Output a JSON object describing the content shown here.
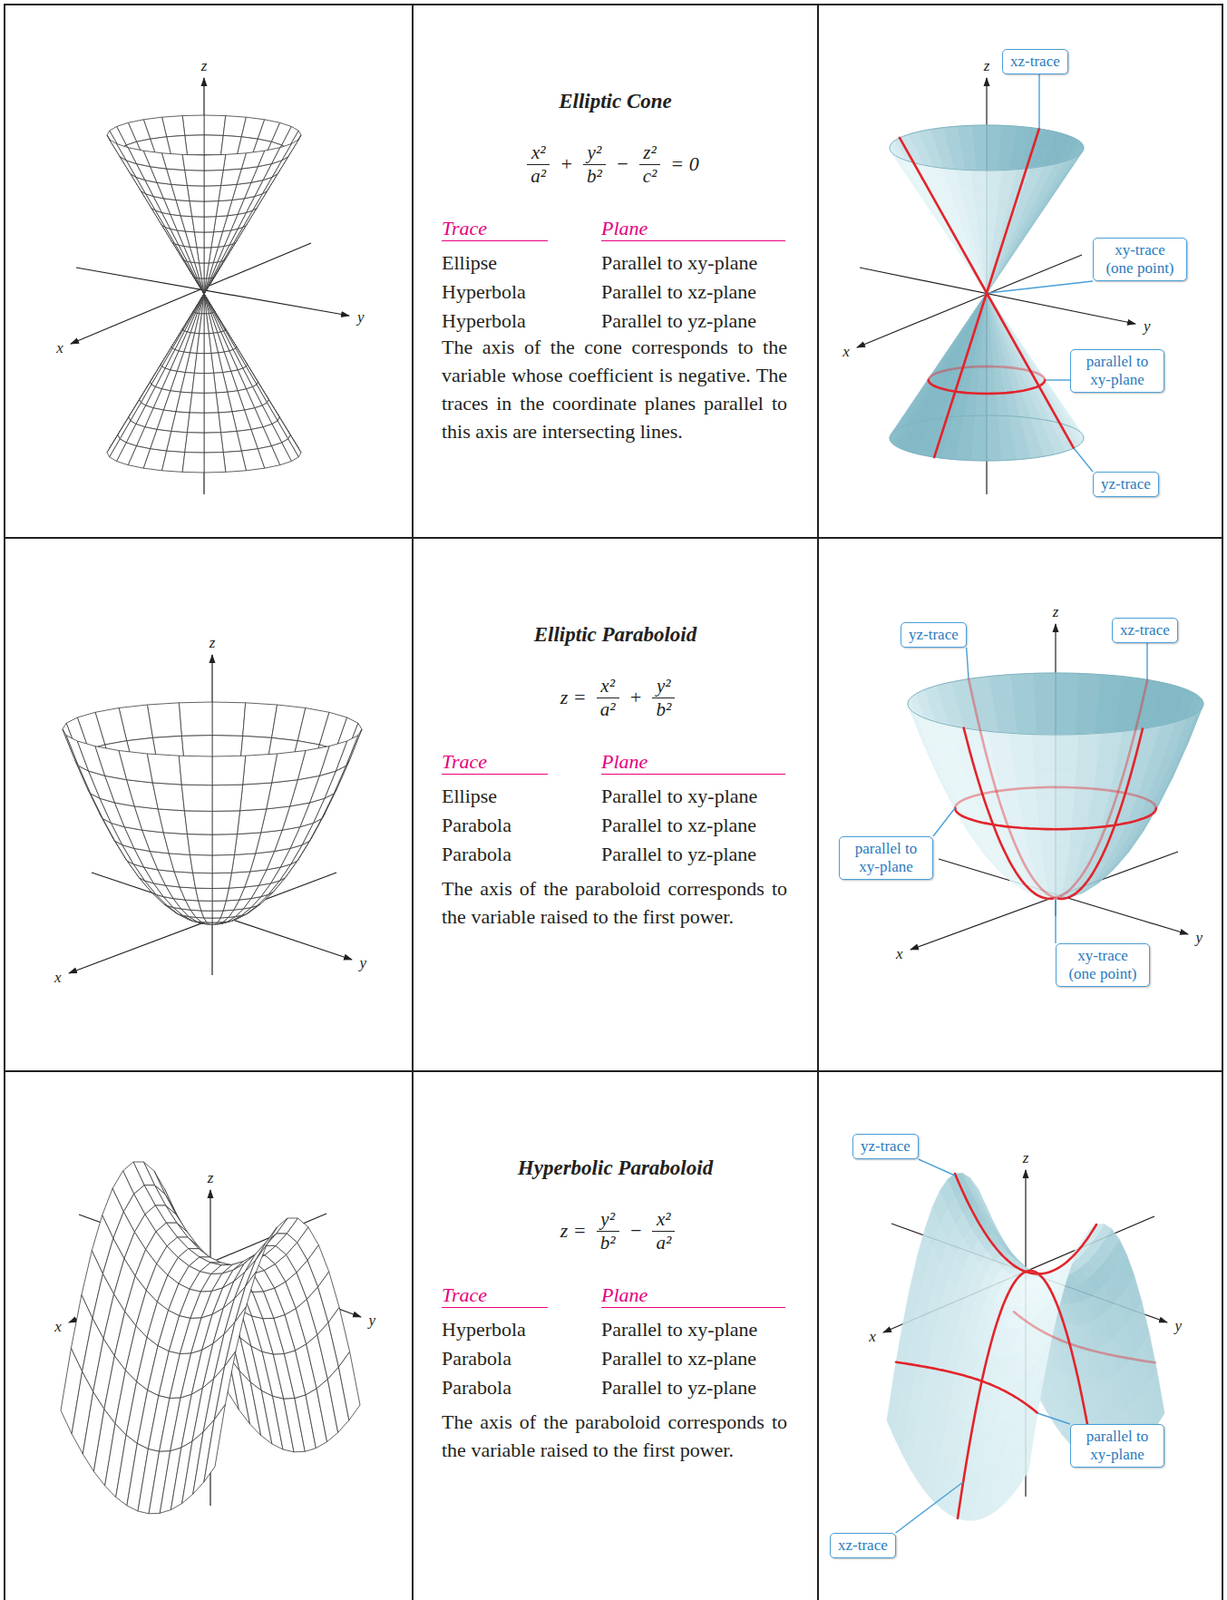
{
  "diagram": {
    "nodes": [
      {
        "text": [
          "Elliptic Cone",
          "The axis of the cone corresponds to the variable whose coefficient is negative. The traces in the coordinate planes parallel to this axis are intersecting lines."
        ]
      },
      {
        "text": [
          "xz-trace"
        ]
      },
      {
        "text": [
          "xy-trace (one point)"
        ]
      },
      {
        "text": [
          "parallel to xy-plane"
        ]
      },
      {
        "text": [
          "yz-trace"
        ]
      },
      {
        "text": [
          "Elliptic Paraboloid",
          "The axis of the paraboloid corresponds to the variable raised to the first power."
        ]
      },
      {
        "text": [
          "yz-trace"
        ]
      },
      {
        "text": [
          "xz-trace"
        ]
      },
      {
        "text": [
          "parallel to xy-plane"
        ]
      },
      {
        "text": [
          "xy-trace (one point)"
        ]
      },
      {
        "text": [
          "Hyperbolic Paraboloid",
          "The axis of the paraboloid corresponds to the variable raised to the first power."
        ]
      },
      {
        "text": [
          "yz-trace"
        ]
      },
      {
        "text": [
          "parallel to xy-plane"
        ]
      },
      {
        "text": [
          "xz-trace"
        ]
      }
    ],
    "labels": [
      "x²",
      "a²",
      "+",
      "y²",
      "b²",
      "−",
      "z²",
      "c²",
      "= 0",
      "Trace",
      "Plane",
      "Ellipse",
      "Parallel to xy-plane",
      "Hyperbola",
      "Parallel to xz-plane",
      "Hyperbola",
      "Parallel to yz-plane",
      "z",
      "y",
      "x",
      "z",
      "y",
      "x",
      "z =",
      "x²",
      "a²",
      "+",
      "y²",
      "b²",
      "Trace",
      "Plane",
      "Ellipse",
      "Parallel to xy-plane",
      "Parabola",
      "Parallel to xz-plane",
      "Parabola",
      "Parallel to yz-plane",
      "z",
      "y",
      "x",
      "z",
      "y",
      "x",
      "z =",
      "y²",
      "b²",
      "−",
      "x²",
      "a²",
      "Trace",
      "Plane",
      "Hyperbola",
      "Parallel to xy-plane",
      "Parabola",
      "Parallel to xz-plane",
      "Parabola",
      "Parallel to yz-plane",
      "z",
      "y",
      "x",
      "z",
      "y",
      "x"
    ]
  }
}
